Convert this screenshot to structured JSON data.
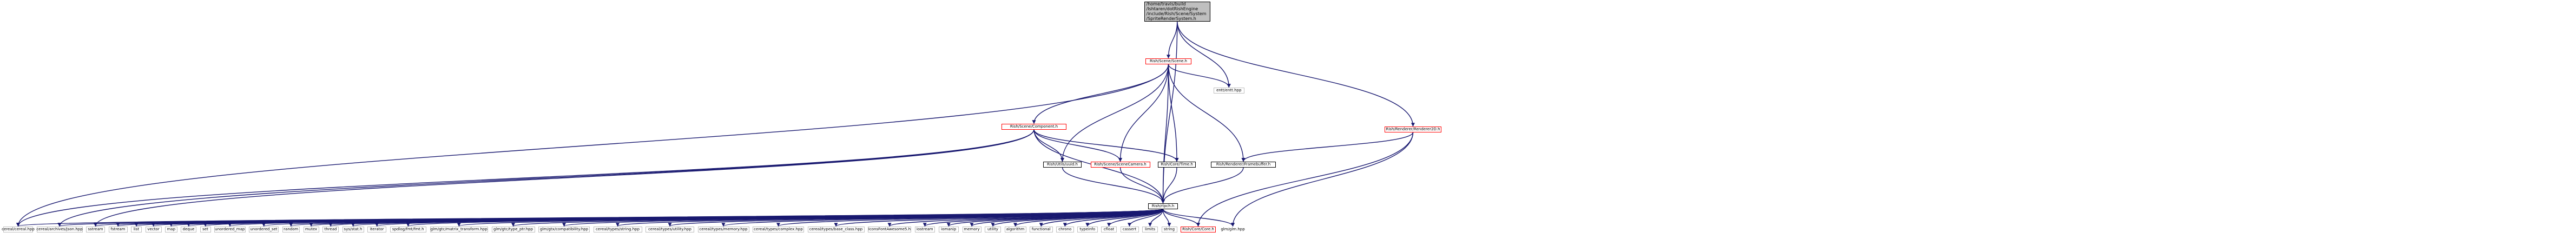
{
  "root": {
    "lines": [
      "/home/travis/build",
      "/Ishtaren/dotRishEngine",
      "/include/Rish/Scene/System",
      "/SpriteRenderSystem.h"
    ]
  },
  "nodes": {
    "scene_h": "Rish/Scene/Scene.h",
    "entt_hpp": "entt/entt.hpp",
    "renderer2d_h": "Rish/Renderer/Renderer2D.h",
    "component_h": "Rish/Scene/Component.h",
    "uuid_h": "Rish/Utils/uuid.h",
    "scenecamera_h": "Rish/Scene/SceneCamera.h",
    "time_h": "Rish/Core/Time.h",
    "framebuffer_h": "Rish/Renderer/Framebuffer.h",
    "rlpch_h": "Rish/rlpch.h",
    "cereal_hpp": "cereal/cereal.hpp",
    "cereal_json": "cereal/archives/json.hpp",
    "sstream": "sstream",
    "fstream": "fstream",
    "list": "list",
    "vector": "vector",
    "map": "map",
    "deque": "deque",
    "set": "set",
    "unordered_map": "unordered_map",
    "unordered_set": "unordered_set",
    "random": "random",
    "mutex": "mutex",
    "thread": "thread",
    "sys_stat": "sys/stat.h",
    "iterator": "iterator",
    "fmt": "spdlog/fmt/fmt.h",
    "matrix_transform": "glm/gtc/matrix_transform.hpp",
    "type_ptr": "glm/gtc/type_ptr.hpp",
    "compatibility": "glm/gtx/compatibility.hpp",
    "cereal_string": "cereal/types/string.hpp",
    "cereal_utility": "cereal/types/utility.hpp",
    "cereal_memory": "cereal/types/memory.hpp",
    "cereal_complex": "cereal/types/complex.hpp",
    "cereal_base_class": "cereal/types/base_class.hpp",
    "iconsfont": "IconsFontAwesome5.h",
    "iostream": "iostream",
    "iomanip": "iomanip",
    "memory": "memory",
    "utility": "utility",
    "algorithm": "algorithm",
    "functional": "functional",
    "chrono": "chrono",
    "typeinfo": "typeinfo",
    "cfloat": "cfloat",
    "cassert": "cassert",
    "limits": "limits",
    "string": "string",
    "core_h": "Rish/Core/Core.h",
    "glm_hpp": "glm/glm.hpp"
  },
  "colors": {
    "edge": "#191970",
    "root_fill": "#bfbfbf",
    "truncated_border": "#ff0000",
    "leaf_border": "#bfbfbf"
  }
}
